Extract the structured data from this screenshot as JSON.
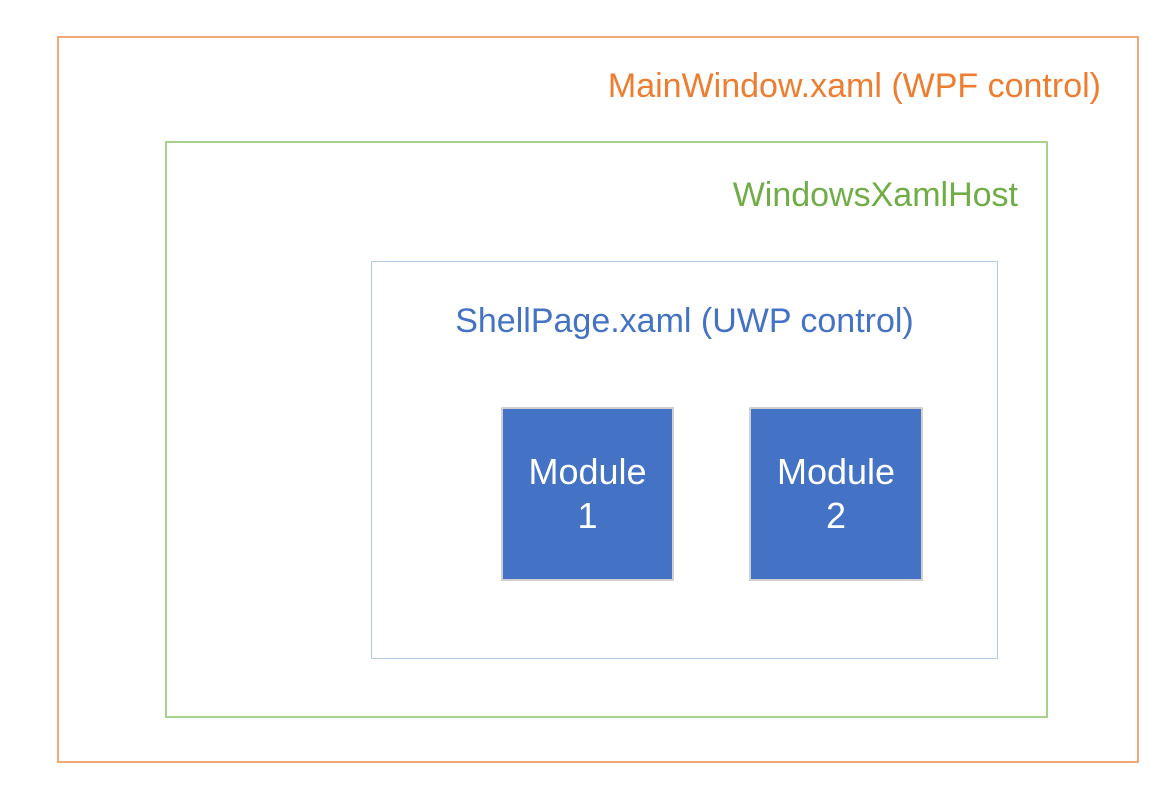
{
  "diagram": {
    "outer_box": {
      "label": "MainWindow.xaml (WPF control)",
      "text_color": "#ED7D31",
      "border_color": "#F2A875"
    },
    "middle_box": {
      "label": "WindowsXamlHost",
      "text_color": "#70AD47",
      "border_color": "#A9D18E"
    },
    "inner_box": {
      "label": "ShellPage.xaml (UWP control)",
      "text_color": "#4472C4",
      "border_color": "#B4C7E7"
    },
    "modules": [
      {
        "line1": "Module",
        "line2": "1"
      },
      {
        "line1": "Module",
        "line2": "2"
      }
    ],
    "module_fill_color": "#4472C4",
    "module_border_color": "#D0D0D0",
    "module_text_color": "#FFFFFF",
    "background_color": "#FFFFFF"
  }
}
